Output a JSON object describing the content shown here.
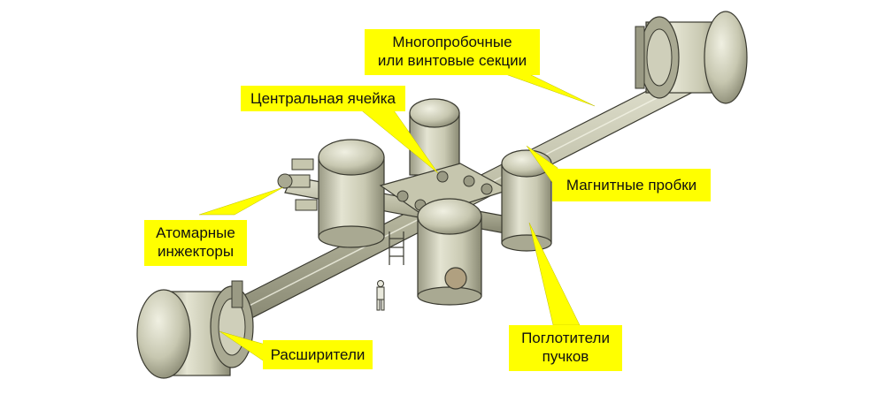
{
  "labels": {
    "multi_mirror": [
      "Многопробочные",
      "или винтовые секции"
    ],
    "central_cell": "Центральная ячейка",
    "magnetic_mirrors": "Магнитные пробки",
    "atomic_injectors": [
      "Атомарные",
      "инжекторы"
    ],
    "expanders": "Расширители",
    "beam_dumps": [
      "Поглотители",
      "пучков"
    ]
  },
  "colors": {
    "callout_fill": "#ffff00",
    "metal_light": "#dcdcc8",
    "metal_mid": "#b9b9a0",
    "metal_dark": "#8c8c76",
    "outline": "#3a3a30"
  }
}
